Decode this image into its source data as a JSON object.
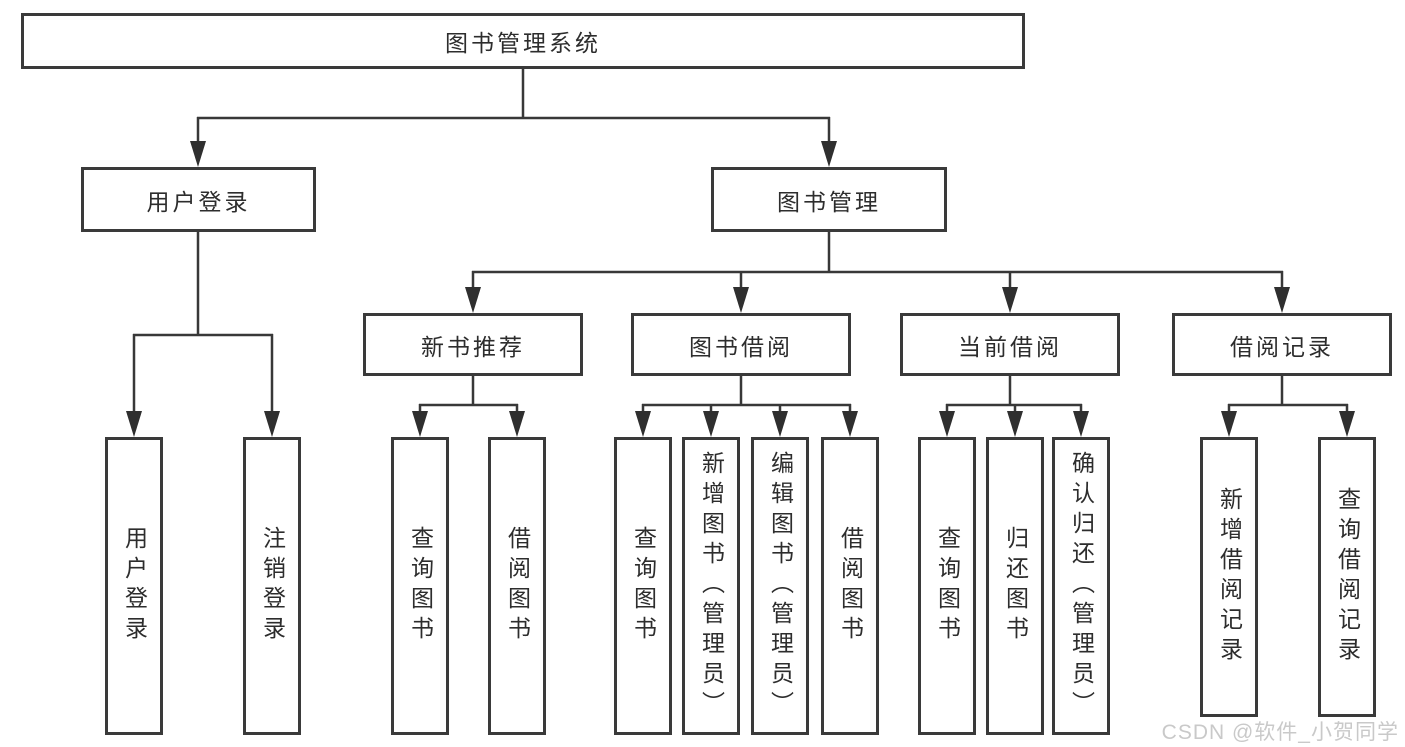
{
  "tree": {
    "label": "图书管理系统",
    "children": [
      {
        "label": "用户登录",
        "children": [
          {
            "label": "用户登录"
          },
          {
            "label": "注销登录"
          }
        ]
      },
      {
        "label": "图书管理",
        "children": [
          {
            "label": "新书推荐",
            "children": [
              {
                "label": "查询图书"
              },
              {
                "label": "借阅图书"
              }
            ]
          },
          {
            "label": "图书借阅",
            "children": [
              {
                "label": "查询图书"
              },
              {
                "label": "新增图书（管理员）"
              },
              {
                "label": "编辑图书（管理员）"
              },
              {
                "label": "借阅图书"
              }
            ]
          },
          {
            "label": "当前借阅",
            "children": [
              {
                "label": "查询图书"
              },
              {
                "label": "归还图书"
              },
              {
                "label": "确认归还（管理员）"
              }
            ]
          },
          {
            "label": "借阅记录",
            "children": [
              {
                "label": "新增借阅记录"
              },
              {
                "label": "查询借阅记录"
              }
            ]
          }
        ]
      }
    ]
  },
  "watermark": {
    "text": "CSDN @软件_小贺同学"
  },
  "colors": {
    "line": "#383838",
    "border": "#3a3a3a",
    "text": "#2d2d2d",
    "watermark": "#c9c9c9",
    "background": "#ffffff"
  }
}
